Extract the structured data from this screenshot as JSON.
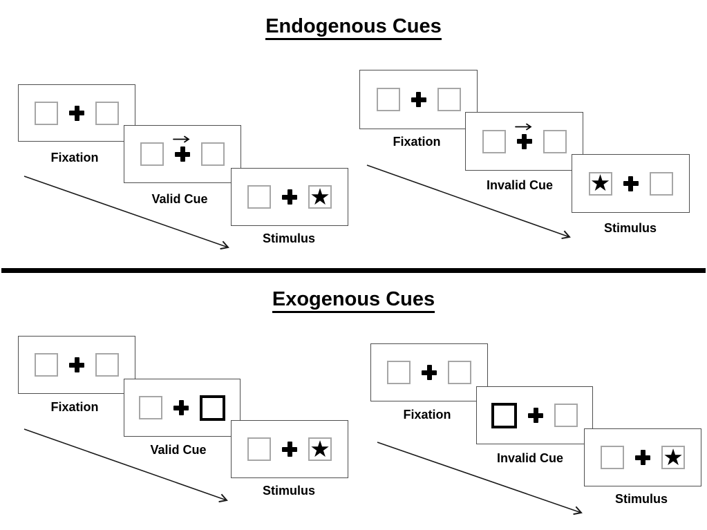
{
  "title_top": "Endogenous Cues",
  "title_bottom": "Exogenous Cues",
  "labels": {
    "fixation": "Fixation",
    "valid_cue": "Valid Cue",
    "invalid_cue": "Invalid Cue",
    "stimulus": "Stimulus"
  },
  "glyphs": {
    "star": "★",
    "fixation_cross": "+",
    "cue_arrow": "→"
  },
  "colors": {
    "ink": "#000000",
    "square_border": "#a6a6a6",
    "card_border": "#4d4d4d",
    "background": "#ffffff"
  },
  "panels": {
    "endogenous": {
      "valid": {
        "sequence": [
          "Fixation",
          "Valid Cue",
          "Stimulus"
        ],
        "cue": "central arrow pointing right above fixation cross",
        "target_star_side": "right"
      },
      "invalid": {
        "sequence": [
          "Fixation",
          "Invalid Cue",
          "Stimulus"
        ],
        "cue": "central arrow pointing right above fixation cross",
        "target_star_side": "left"
      }
    },
    "exogenous": {
      "valid": {
        "sequence": [
          "Fixation",
          "Valid Cue",
          "Stimulus"
        ],
        "cue": "right box highlighted with thick black outline",
        "target_star_side": "right"
      },
      "invalid": {
        "sequence": [
          "Fixation",
          "Invalid Cue",
          "Stimulus"
        ],
        "cue": "left box highlighted with thick black outline",
        "target_star_side": "right"
      }
    }
  }
}
